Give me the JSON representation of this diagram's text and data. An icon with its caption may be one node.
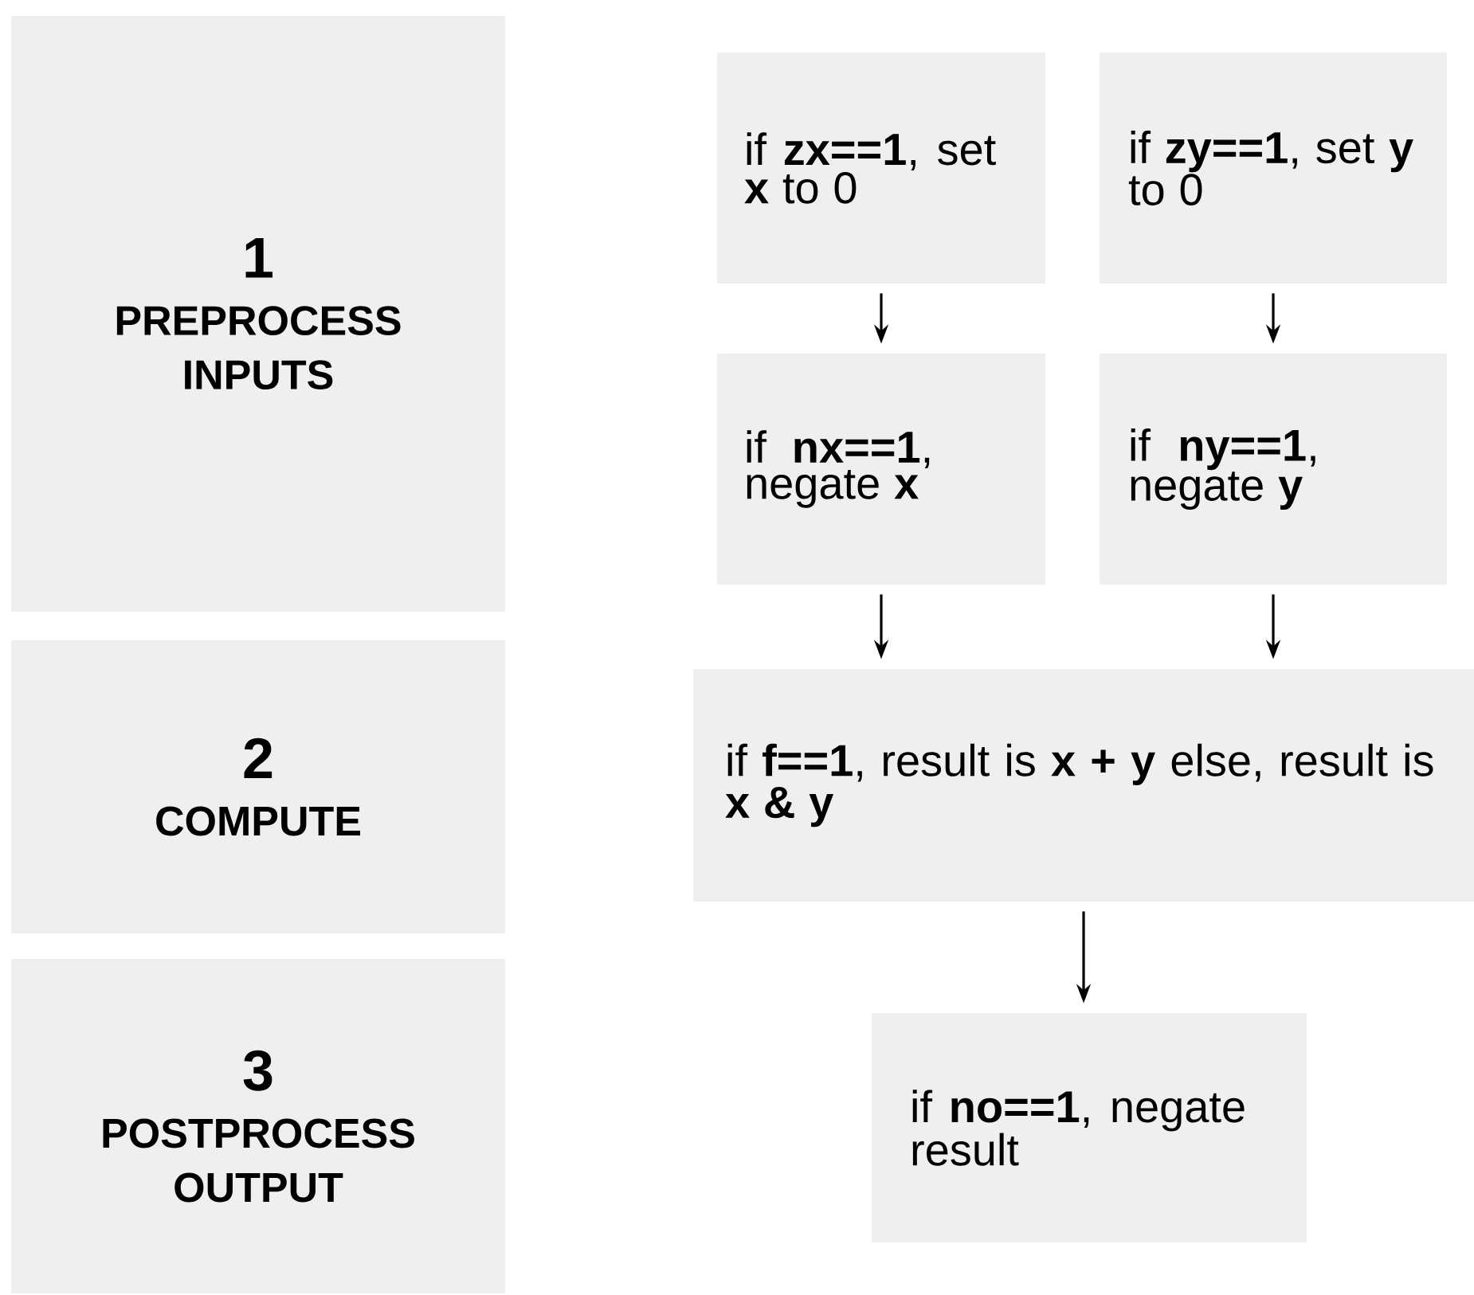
{
  "diagram": {
    "nodes": [
      {
        "text": [
          "1",
          "PREPROCESS INPUTS"
        ]
      },
      {
        "text": [
          "2",
          "COMPUTE"
        ]
      },
      {
        "text": [
          "3",
          "POSTPROCESS OUTPUT"
        ]
      },
      {
        "text": [
          "if **zx==1**, set **x** to 0"
        ]
      },
      {
        "text": [
          "if **zy==1**, set **y** to 0"
        ]
      },
      {
        "text": [
          "if **nx==1**, negate **x**"
        ]
      },
      {
        "text": [
          "if **ny==1**, negate **y**"
        ]
      },
      {
        "text": [
          "if **f==1**, result is **x + y** else, result is **x & y**"
        ]
      },
      {
        "text": [
          "if **no==1**, negate result"
        ]
      }
    ],
    "edges": [
      {
        "from": 3,
        "to": 5,
        "arrow": "to"
      },
      {
        "from": 4,
        "to": 6,
        "arrow": "to"
      },
      {
        "from": 5,
        "to": 7,
        "arrow": "to"
      },
      {
        "from": 6,
        "to": 7,
        "arrow": "to"
      },
      {
        "from": 7,
        "to": 8,
        "arrow": "to"
      }
    ]
  }
}
